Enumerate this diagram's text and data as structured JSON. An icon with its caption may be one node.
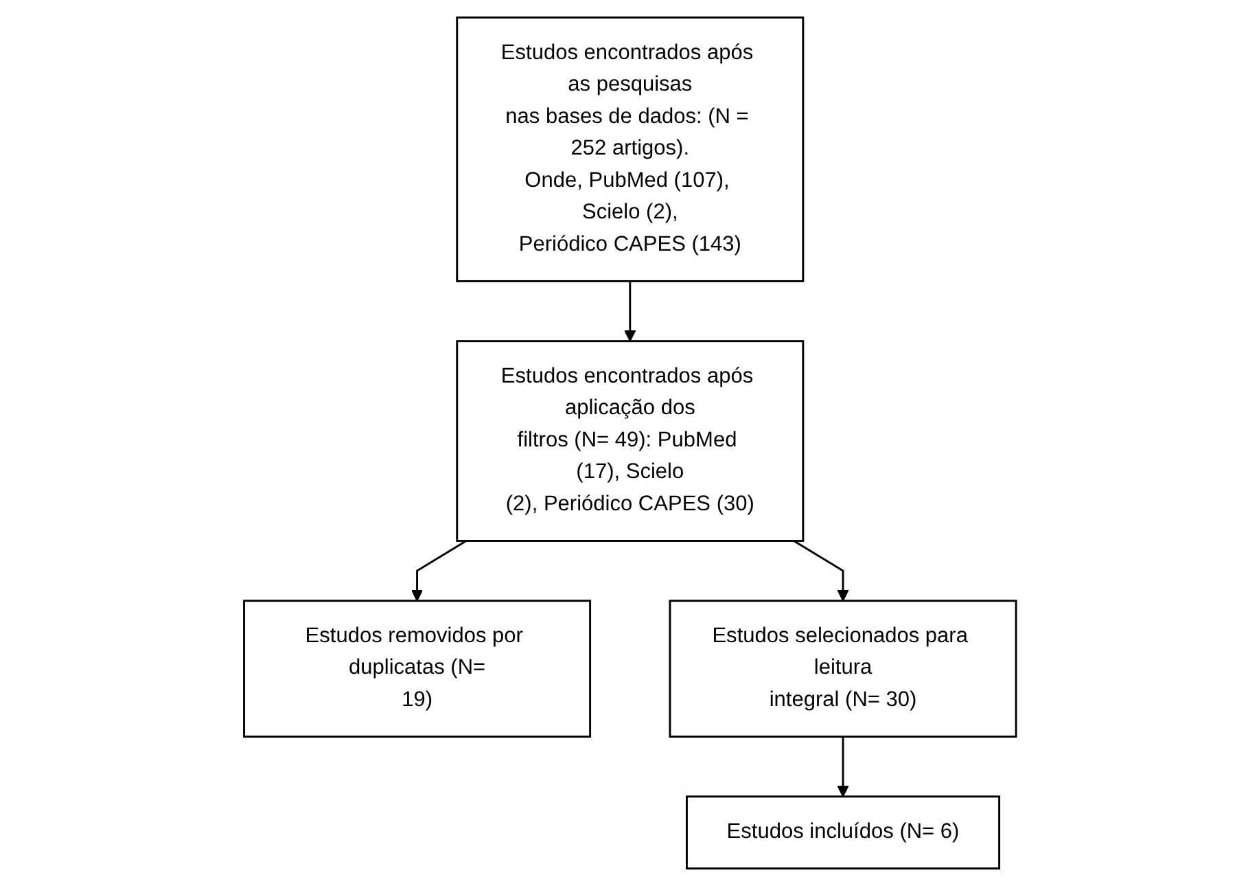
{
  "diagram": {
    "nodes": [
      {
        "text": [
          "Estudos encontrados após as pesquisas nas bases de dados: (N = 252 artigos). Onde, PubMed (107), Scielo (2), Periódico CAPES (143)"
        ]
      },
      {
        "text": [
          "Estudos encontrados após aplicação dos filtros (N= 49): PubMed (17), Scielo (2), Periódico CAPES (30)"
        ]
      },
      {
        "text": [
          "Estudos removidos por duplicatas (N= 19)"
        ]
      },
      {
        "text": [
          "Estudos selecionados para leitura integral (N= 30)"
        ]
      },
      {
        "text": [
          "Estudos incluídos (N= 6)"
        ]
      }
    ],
    "edges": [
      {
        "from": 0,
        "to": 1,
        "arrow": "to"
      },
      {
        "from": 1,
        "to": 2,
        "arrow": "to"
      },
      {
        "from": 1,
        "to": 3,
        "arrow": "to"
      },
      {
        "from": 3,
        "to": 4,
        "arrow": "to"
      }
    ]
  }
}
